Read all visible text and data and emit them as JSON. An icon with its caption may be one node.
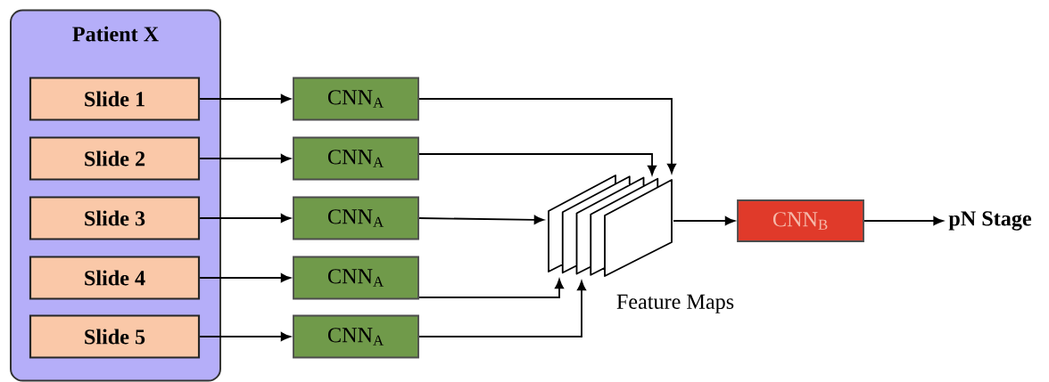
{
  "diagram": {
    "nodes": [
      {
        "text": [
          "Patient X"
        ]
      },
      {
        "text": [
          "Slide 1"
        ],
        "in": 0
      },
      {
        "text": [
          "Slide 2"
        ],
        "in": 0
      },
      {
        "text": [
          "Slide 3"
        ],
        "in": 0
      },
      {
        "text": [
          "Slide 4"
        ],
        "in": 0
      },
      {
        "text": [
          "Slide 5"
        ],
        "in": 0
      },
      {
        "text": [
          "CNN$_{A}$"
        ]
      },
      {
        "text": [
          "CNN$_{A}$"
        ]
      },
      {
        "text": [
          "CNN$_{A}$"
        ]
      },
      {
        "text": [
          "CNN$_{A}$"
        ]
      },
      {
        "text": [
          "CNN$_{A}$"
        ]
      },
      {
        "text": [],
        "shape": "picture",
        "beside": [
          "Feature Maps"
        ]
      },
      {
        "text": [
          "CNN$_{B}$"
        ]
      },
      {
        "text": [
          "pN Stage"
        ]
      }
    ],
    "edges": [
      {
        "from": 1,
        "to": 6,
        "arrow": "to"
      },
      {
        "from": 2,
        "to": 7,
        "arrow": "to"
      },
      {
        "from": 3,
        "to": 8,
        "arrow": "to"
      },
      {
        "from": 4,
        "to": 9,
        "arrow": "to"
      },
      {
        "from": 5,
        "to": 10,
        "arrow": "to"
      },
      {
        "from": 6,
        "to": 11,
        "arrow": "to"
      },
      {
        "from": 7,
        "to": 11,
        "arrow": "to"
      },
      {
        "from": 8,
        "to": 11,
        "arrow": "to"
      },
      {
        "from": 9,
        "to": 11,
        "arrow": "to"
      },
      {
        "from": 10,
        "to": 11,
        "arrow": "to"
      },
      {
        "from": 11,
        "to": 12,
        "arrow": "to"
      },
      {
        "from": 12,
        "to": 13,
        "arrow": "to"
      }
    ]
  }
}
